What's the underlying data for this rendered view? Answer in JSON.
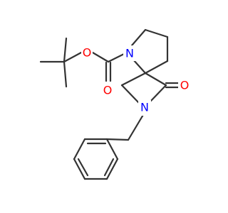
{
  "colors": {
    "background": "#ffffff",
    "bond": "#333333",
    "oxygen": "#ff0000",
    "nitrogen": "#0000ff"
  },
  "atoms": {
    "o_ester": {
      "symbol": "O",
      "element": "oxygen"
    },
    "o_carbonyl_carbamate": {
      "symbol": "O",
      "element": "oxygen"
    },
    "n_pyrrolidine": {
      "symbol": "N",
      "element": "nitrogen"
    },
    "o_lactam": {
      "symbol": "O",
      "element": "oxygen"
    },
    "n_azetidine": {
      "symbol": "N",
      "element": "nitrogen"
    }
  }
}
